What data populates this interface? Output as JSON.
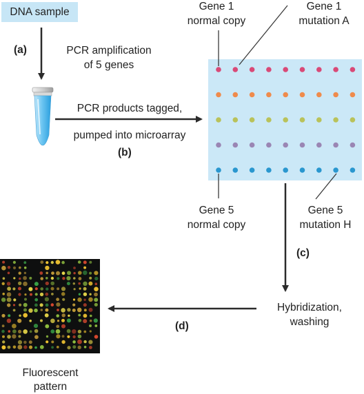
{
  "sample_box": {
    "label": "DNA sample"
  },
  "steps": {
    "a": {
      "label": "(a)",
      "text_line1": "PCR amplification",
      "text_line2": "of 5 genes"
    },
    "b": {
      "label": "(b)",
      "text_line1": "PCR products tagged,",
      "text_line2": "pumped into microarray"
    },
    "c": {
      "label": "(c)"
    },
    "d": {
      "label": "(d)"
    }
  },
  "microarray": {
    "callout_gene1_normal": {
      "line1": "Gene 1",
      "line2": "normal copy"
    },
    "callout_gene1_mutation": {
      "line1": "Gene 1",
      "line2": "mutation A"
    },
    "callout_gene5_normal": {
      "line1": "Gene 5",
      "line2": "normal copy"
    },
    "callout_gene5_mutation": {
      "line1": "Gene 5",
      "line2": "mutation H"
    },
    "row_colors": [
      "#d94a77",
      "#ef8b4c",
      "#b9c25a",
      "#9a86b4",
      "#2a97cf"
    ],
    "rows": 5,
    "columns": 9
  },
  "hybridization": {
    "line1": "Hybridization,",
    "line2": "washing"
  },
  "fluorescent": {
    "line1": "Fluorescent",
    "line2": "pattern",
    "dot_colors": [
      "#e8d84a",
      "#f2c531",
      "#d9482f",
      "#3aa54a",
      "#8fbe3f",
      "#c9a13a"
    ]
  },
  "colors": {
    "arrow": "#2b2b2b",
    "panel_blue": "#cbe8f7",
    "callout_line": "#3a3a3a"
  }
}
